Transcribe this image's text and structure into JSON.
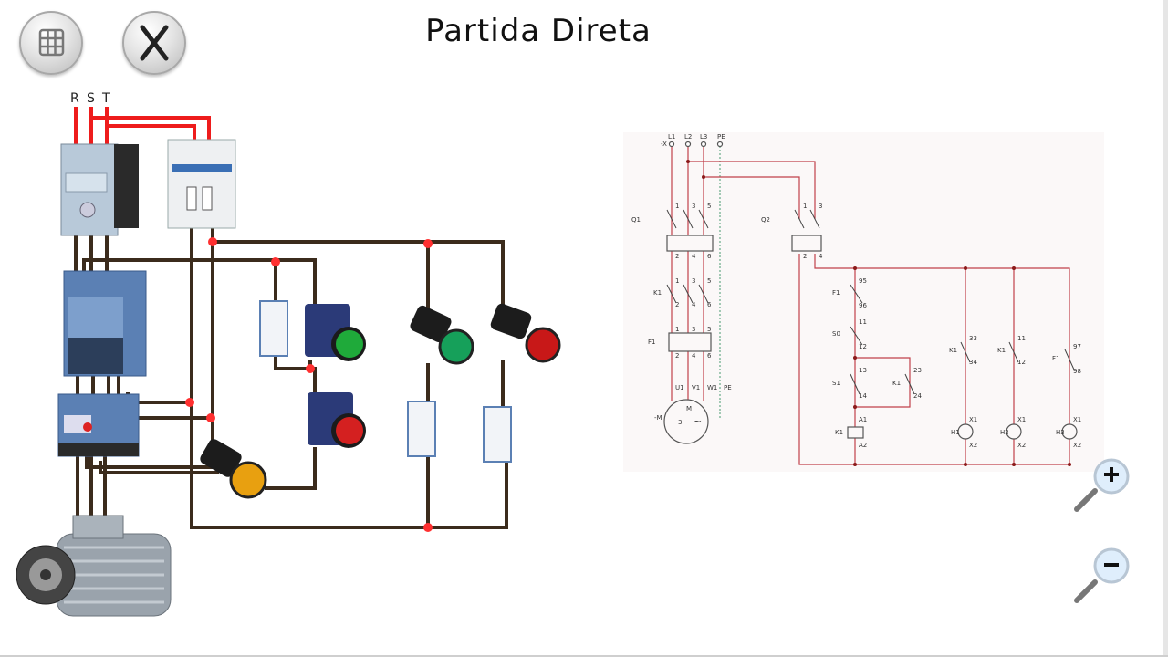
{
  "header": {
    "title": "Partida Direta"
  },
  "toolbar": {
    "menu_icon": "grid-icon",
    "close_icon": "close-icon"
  },
  "wiring": {
    "phase_r": "R",
    "phase_s": "S",
    "phase_t": "T"
  },
  "zoom": {
    "zoom_in_icon": "zoom-in-icon",
    "zoom_out_icon": "zoom-out-icon"
  },
  "colors": {
    "live_wire": "#ee1c1c",
    "wire": "#3b2b1c",
    "junction": "#ff3030",
    "schematic_line": "#c0404a"
  },
  "schematic": {
    "terminals": {
      "l1": "L1",
      "l2": "L2",
      "l3": "L3",
      "pe": "PE",
      "x": "-X"
    },
    "devices": {
      "q1": "Q1",
      "q2": "Q2",
      "k1": "K1",
      "f1": "F1",
      "s0": "S0",
      "s1": "S1",
      "m_tag": "-M",
      "m": "M",
      "m_phase": "3",
      "m_ac": "~",
      "h1": "H1",
      "h2": "H2",
      "h3": "H3"
    },
    "motor_terms": {
      "u1": "U1",
      "v1": "V1",
      "w1": "W1",
      "pe": "PE"
    },
    "pins": {
      "p1": "1",
      "p2": "2",
      "p3": "3",
      "p4": "4",
      "p5": "5",
      "p6": "6",
      "p11": "11",
      "p12": "12",
      "p13": "13",
      "p14": "14",
      "p23": "23",
      "p24": "24",
      "p33": "33",
      "p34": "34",
      "p95": "95",
      "p96": "96",
      "p97": "97",
      "p98": "98",
      "a1": "A1",
      "a2": "A2",
      "x1": "X1",
      "x2": "X2"
    }
  }
}
